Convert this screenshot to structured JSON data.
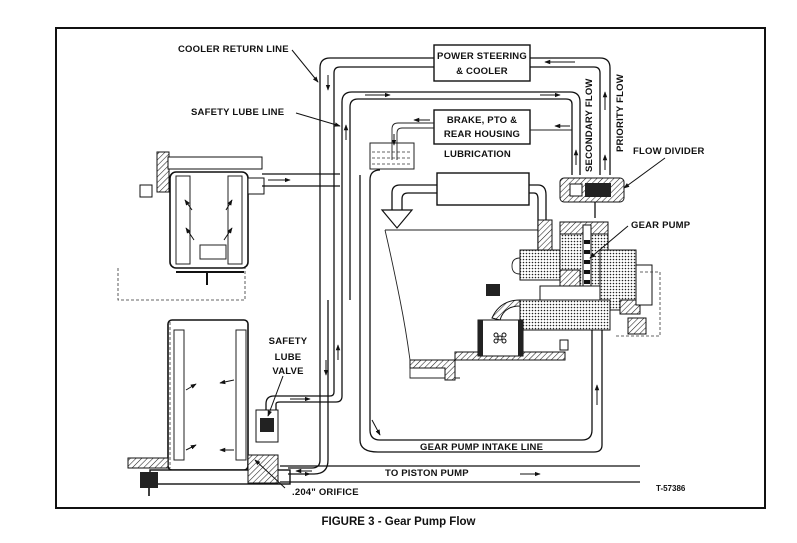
{
  "figure": {
    "caption": "FIGURE 3 - Gear Pump Flow",
    "reference_number": "T-57386"
  },
  "components": {
    "power_steering": {
      "line1": "POWER STEERING",
      "line2": "& COOLER"
    },
    "brake_pto": {
      "line1": "BRAKE, PTO &",
      "line2": "REAR HOUSING",
      "line3": "LUBRICATION"
    }
  },
  "labels": {
    "cooler_return_line": "COOLER RETURN LINE",
    "safety_lube_line": "SAFETY LUBE LINE",
    "secondary_flow": "SECONDARY FLOW",
    "priority_flow": "PRIORITY FLOW",
    "flow_divider": "FLOW DIVIDER",
    "gear_pump": "GEAR PUMP",
    "safety_lube_valve": {
      "line1": "SAFETY",
      "line2": "LUBE",
      "line3": "VALVE"
    },
    "gear_pump_intake_line": "GEAR PUMP INTAKE LINE",
    "to_piston_pump": "TO PISTON PUMP",
    "orifice": ".204\" ORIFICE"
  }
}
